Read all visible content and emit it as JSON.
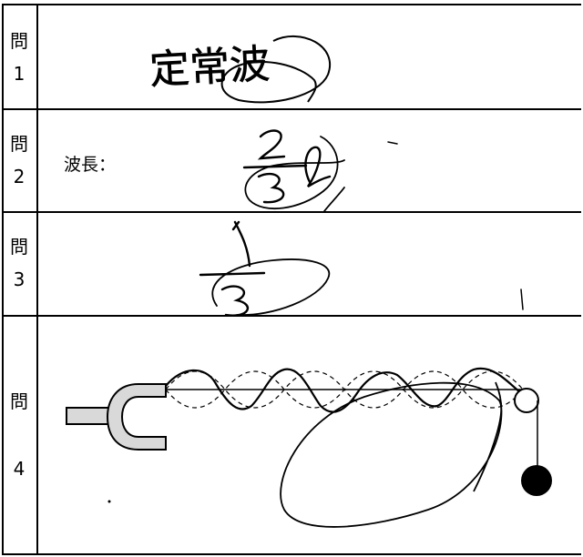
{
  "questions": [
    {
      "kanji": "問",
      "number": "1",
      "printed_label": "",
      "handwritten_answer": "定常波"
    },
    {
      "kanji": "問",
      "number": "2",
      "printed_label": "波長：",
      "handwritten_answer": "2/3 ℓ"
    },
    {
      "kanji": "問",
      "number": "3",
      "printed_label": "",
      "handwritten_answer": "1/3"
    },
    {
      "kanji": "問",
      "number": "4",
      "printed_label": "",
      "handwritten_answer": ""
    }
  ],
  "colors": {
    "ink": "#000000",
    "paper": "#ffffff",
    "tuning_fork_fill": "#d9d9d9"
  },
  "figure_q4": {
    "elements": [
      "tuning-fork",
      "string",
      "pulley",
      "hanging-weight"
    ],
    "printed_standing_wave_loops": 6,
    "handwritten_wave_loops": 6
  }
}
